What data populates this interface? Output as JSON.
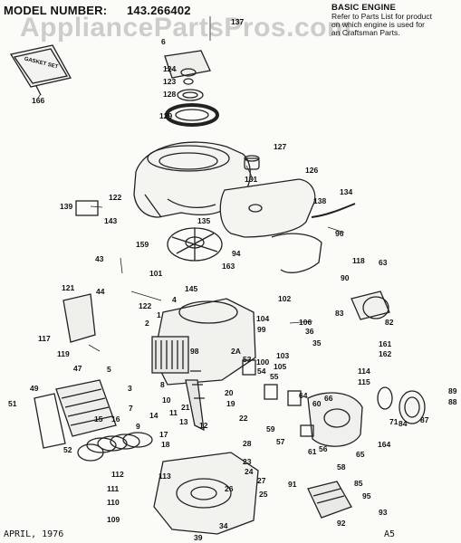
{
  "header": {
    "model_label": "MODEL NUMBER:",
    "model_number": "143.266402",
    "engine_title": "BASIC ENGINE",
    "engine_note_1": "Refer to Parts List for product",
    "engine_note_2": "on which engine is used for",
    "engine_note_3": "an Craftsman Parts."
  },
  "watermark": "AppliancePartsPros.com",
  "gasket_set_label": "GASKET SET",
  "footer": {
    "date": "APRIL, 1976",
    "code": "A5"
  },
  "callouts": [
    "166",
    "137",
    "6",
    "124",
    "123",
    "128",
    "129",
    "127",
    "126",
    "131",
    "122",
    "139",
    "143",
    "135",
    "138",
    "134",
    "96",
    "159",
    "94",
    "43",
    "101",
    "163",
    "118",
    "63",
    "121",
    "44",
    "122",
    "4",
    "102",
    "90",
    "117",
    "2",
    "1",
    "104",
    "106",
    "99",
    "36",
    "83",
    "119",
    "35",
    "103",
    "82",
    "161",
    "162",
    "100",
    "105",
    "114",
    "115",
    "5",
    "47",
    "98",
    "53",
    "54",
    "55",
    "89",
    "88",
    "49",
    "8",
    "10",
    "11",
    "3",
    "13",
    "12",
    "20",
    "19",
    "22",
    "64",
    "66",
    "60",
    "71",
    "61",
    "51",
    "15",
    "16",
    "17",
    "18",
    "14",
    "21",
    "7",
    "9",
    "28",
    "59",
    "57",
    "87",
    "84",
    "164",
    "52",
    "113",
    "112",
    "111",
    "110",
    "109",
    "24",
    "23",
    "27",
    "26",
    "25",
    "91",
    "65",
    "56",
    "58",
    "85",
    "93",
    "92",
    "34",
    "39",
    "95",
    "145",
    "2A"
  ]
}
